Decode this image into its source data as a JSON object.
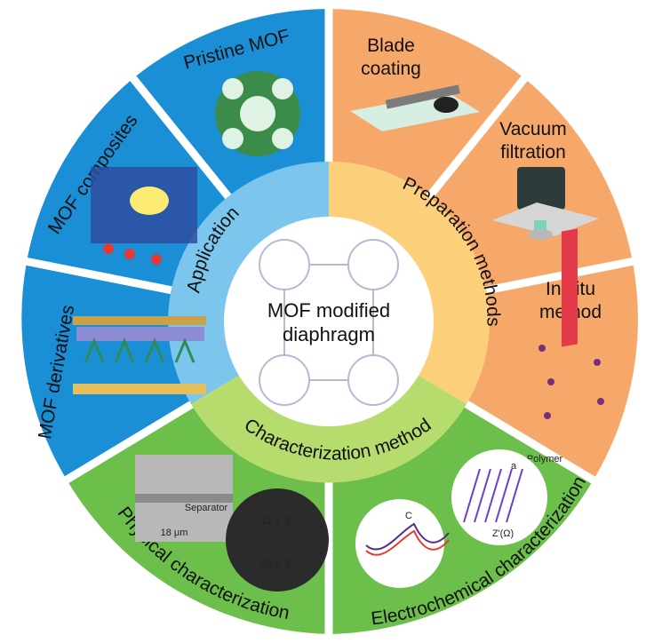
{
  "center": {
    "line1": "MOF modified",
    "line2": "diaphragm"
  },
  "inner_ring": {
    "application": "Application",
    "preparation": "Preparation methods",
    "characterization": "Characterization method"
  },
  "segments": {
    "pristine_mof": "Pristine MOF",
    "mof_composites": "MOF composites",
    "mof_derivatives": "MOF derivatives",
    "blade_coating_1": "Blade",
    "blade_coating_2": "coating",
    "vacuum_filtration_1": "Vacuum",
    "vacuum_filtration_2": "filtration",
    "in_situ_1": "In situ",
    "in_situ_2": "method",
    "physical": "Physical characterization",
    "electrochemical": "Electrochemical characterization"
  },
  "image_labels": {
    "polymer": "Polymer",
    "temp_top": "12.3 °C",
    "temp_bottom": "20.5 °C",
    "separator": "Separator",
    "thickness": "18 μm",
    "peak_label": "C",
    "axis_label": "Z'(Ω)",
    "panel_letter": "a"
  },
  "colors": {
    "blue": "#1a8fd6",
    "light_blue": "#7cc5ec",
    "orange": "#f6a86a",
    "light_orange": "#fcd07a",
    "green": "#6cbf4a",
    "light_green": "#b5dc6c",
    "center": "#ffffff"
  }
}
